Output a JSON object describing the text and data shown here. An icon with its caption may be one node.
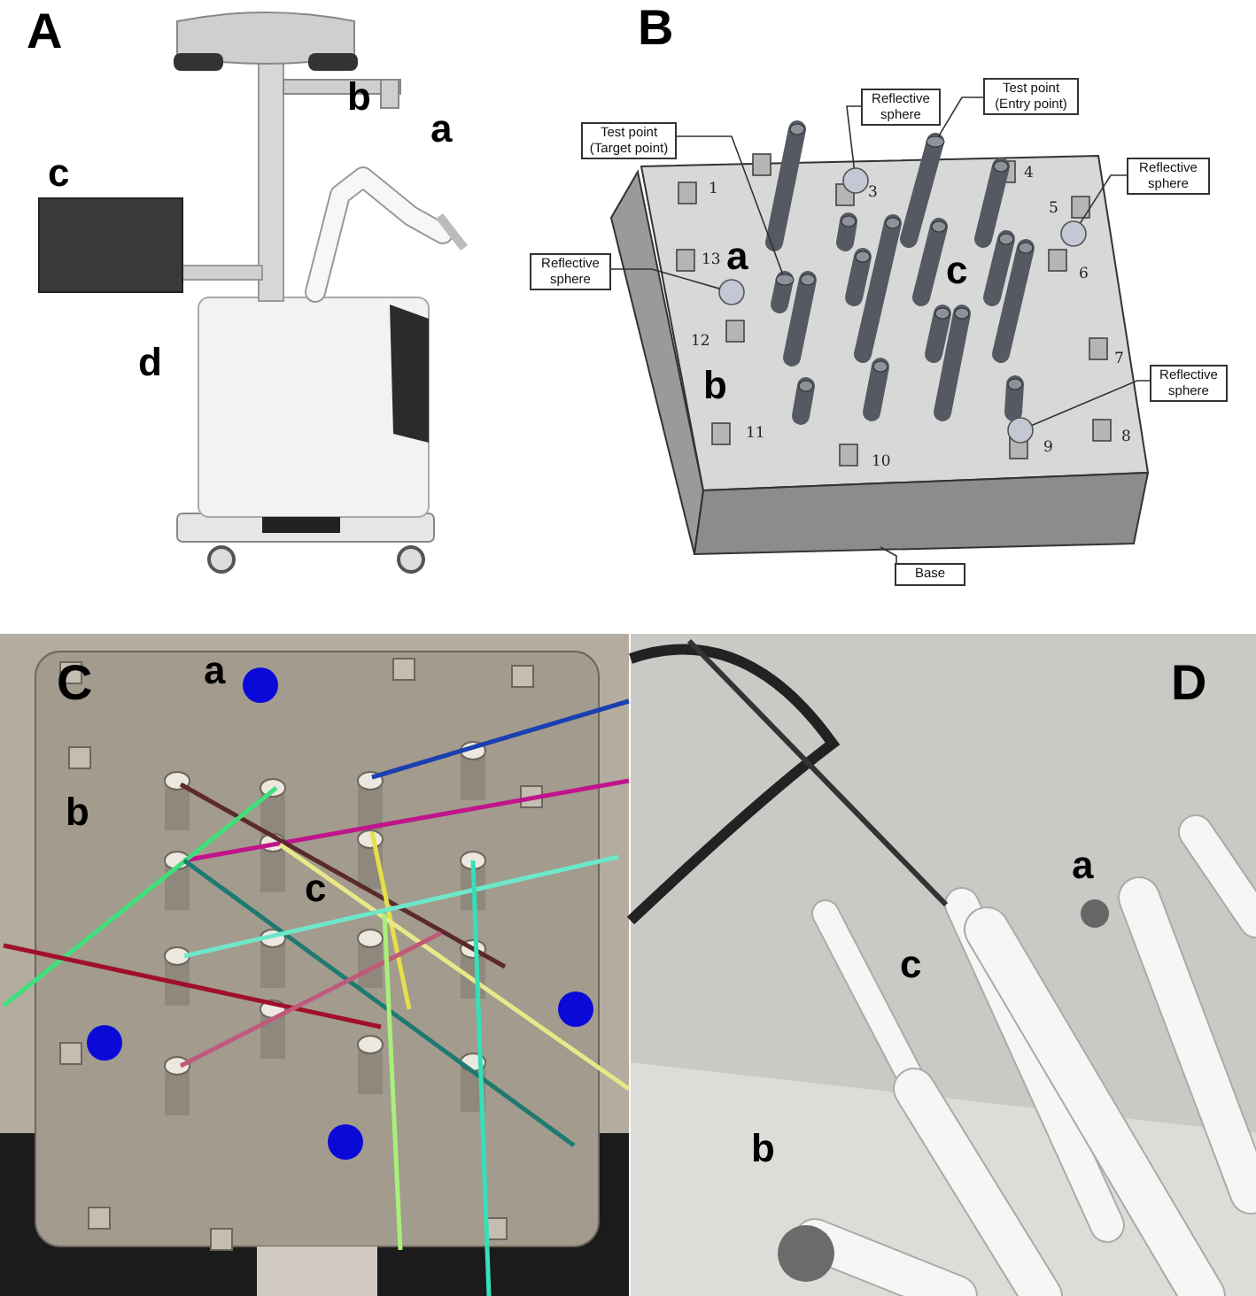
{
  "diagram": {
    "nodes": [
      {
        "text": [
          "Test point (Target point)"
        ]
      },
      {
        "text": [
          "Reflective sphere"
        ]
      },
      {
        "text": [
          "Test point (Entry point)"
        ]
      },
      {
        "text": [
          "Reflective sphere"
        ]
      },
      {
        "text": [
          "Reflective sphere"
        ]
      },
      {
        "text": [
          "Reflective sphere"
        ]
      },
      {
        "text": [
          "Base"
        ]
      },
      {
        "text": [],
        "shape": "cylinder"
      },
      {
        "text": [],
        "shape": "circle"
      },
      {
        "text": [],
        "shape": "cylinder"
      },
      {
        "text": [],
        "shape": "circle"
      },
      {
        "text": [],
        "shape": "circle"
      },
      {
        "text": [],
        "shape": "circle"
      },
      {
        "text": [],
        "shape": "box"
      }
    ],
    "edges": [
      {
        "from": 0,
        "to": 7,
        "arrow": "none"
      },
      {
        "from": 1,
        "to": 8,
        "arrow": "none"
      },
      {
        "from": 2,
        "to": 9,
        "arrow": "none"
      },
      {
        "from": 3,
        "to": 10,
        "arrow": "none"
      },
      {
        "from": 4,
        "to": 11,
        "arrow": "none"
      },
      {
        "from": 5,
        "to": 12,
        "arrow": "none"
      },
      {
        "from": 6,
        "to": 13,
        "arrow": "none"
      }
    ],
    "labels": [
      "A",
      "b",
      "a",
      "c",
      "d",
      "B",
      "1",
      "3",
      "4",
      "5",
      "13",
      "a",
      "c",
      "6",
      "12",
      "7",
      "b",
      "11",
      "8",
      "9",
      "10",
      "C",
      "a",
      "b",
      "c",
      "D",
      "a",
      "c",
      "b"
    ]
  }
}
